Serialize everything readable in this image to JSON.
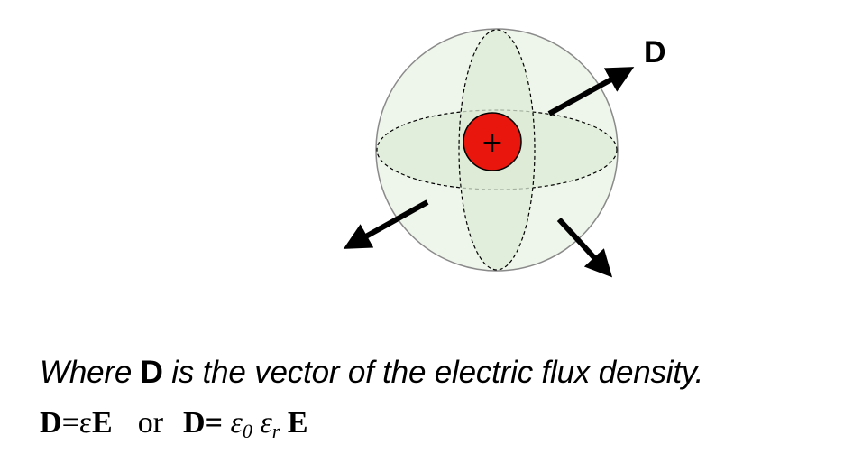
{
  "diagram": {
    "vector_label": "D",
    "charge_symbol": "+",
    "colors": {
      "sphere_fill": "#eef5ea",
      "sphere_stroke": "#8a8a8a",
      "cross_section_fill": "#dcebd6",
      "charge_fill": "#e8160c",
      "arrow": "#000000"
    }
  },
  "caption": {
    "prefix": "Where ",
    "bold": "D",
    "suffix": " is the vector of the electric flux density."
  },
  "equation": {
    "eq1_D": "D",
    "eq1_mid": "=ε",
    "eq1_E": "E",
    "or": "or",
    "eq2_D": "D=",
    "eps": "ε",
    "sub0": "0",
    "sub_r": "r",
    "eq2_E": "E"
  }
}
